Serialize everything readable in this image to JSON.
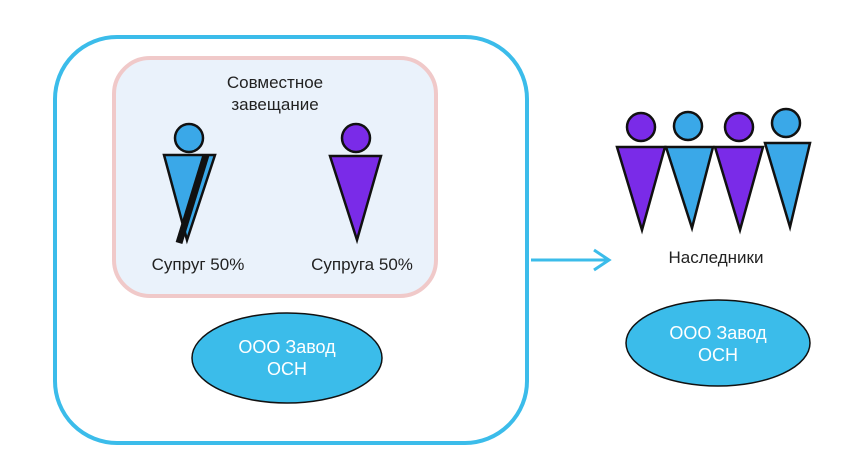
{
  "joint_will": {
    "title_line1": "Совместное",
    "title_line2": "завещание",
    "spouse_male_label": "Супруг 50%",
    "spouse_female_label": "Супруга 50%",
    "company_line1": "ООО Завод",
    "company_line2": "ОСН"
  },
  "heirs": {
    "label": "Наследники",
    "company_line1": "ООО Завод",
    "company_line2": "ОСН"
  },
  "colors": {
    "blue": "#3bbcea",
    "purple": "#7a2be8",
    "inner_bg": "#eaf2fb",
    "inner_border": "#f0c9c9"
  }
}
